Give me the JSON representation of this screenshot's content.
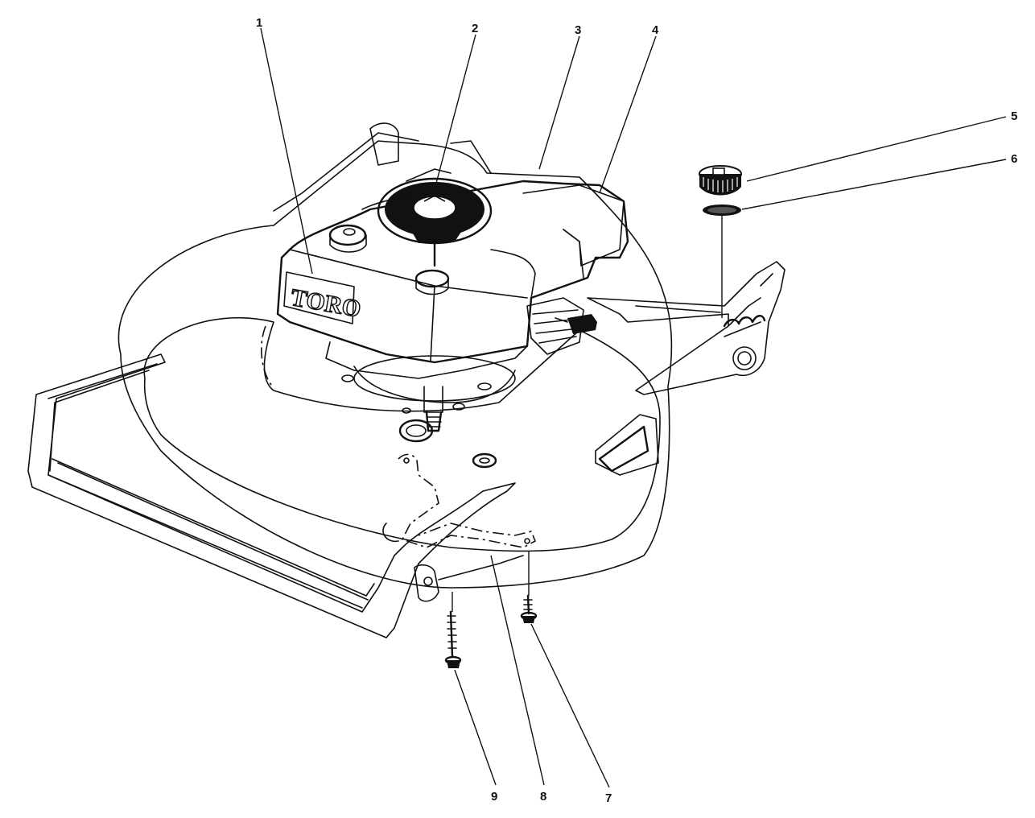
{
  "diagram": {
    "brand_logo": "TORO",
    "callouts": [
      {
        "id": "1",
        "label": "1"
      },
      {
        "id": "2",
        "label": "2"
      },
      {
        "id": "3",
        "label": "3"
      },
      {
        "id": "4",
        "label": "4"
      },
      {
        "id": "5",
        "label": "5"
      },
      {
        "id": "6",
        "label": "6"
      },
      {
        "id": "7",
        "label": "7"
      },
      {
        "id": "8",
        "label": "8"
      },
      {
        "id": "9",
        "label": "9"
      }
    ]
  }
}
